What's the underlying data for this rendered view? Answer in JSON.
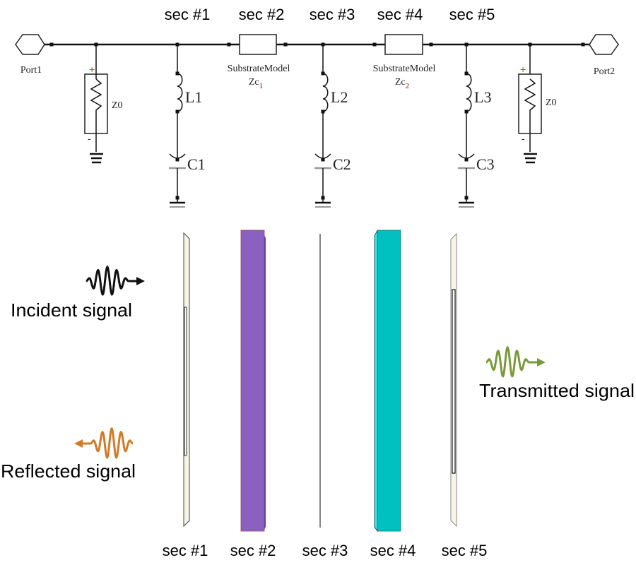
{
  "circuit": {
    "sections": [
      "sec #1",
      "sec #2",
      "sec #3",
      "sec #4",
      "sec #5"
    ],
    "port1": "Port1",
    "port2": "Port2",
    "z0_left": "Z0",
    "z0_right": "Z0",
    "plus": "+",
    "minus": "-",
    "inductors": [
      "L1",
      "L2",
      "L3"
    ],
    "capacitors": [
      "C1",
      "C2",
      "C3"
    ],
    "substrate1": {
      "label": "SubstrateModel",
      "name": "Zc",
      "sub": "1"
    },
    "substrate2": {
      "label": "SubstrateModel",
      "name": "Zc",
      "sub": "2"
    }
  },
  "physical": {
    "sections": [
      "sec #1",
      "sec #2",
      "sec #3",
      "sec #4",
      "sec #5"
    ],
    "incident": "Incident signal",
    "reflected": "Reflected signal",
    "transmitted": "Transmitted signal",
    "colors": {
      "incident": "#111111",
      "reflected": "#d07a2a",
      "transmitted": "#7a9a3a",
      "sec2": "#8a60c0",
      "sec4": "#00c0c0",
      "sheet": "#f7f5e8"
    }
  }
}
